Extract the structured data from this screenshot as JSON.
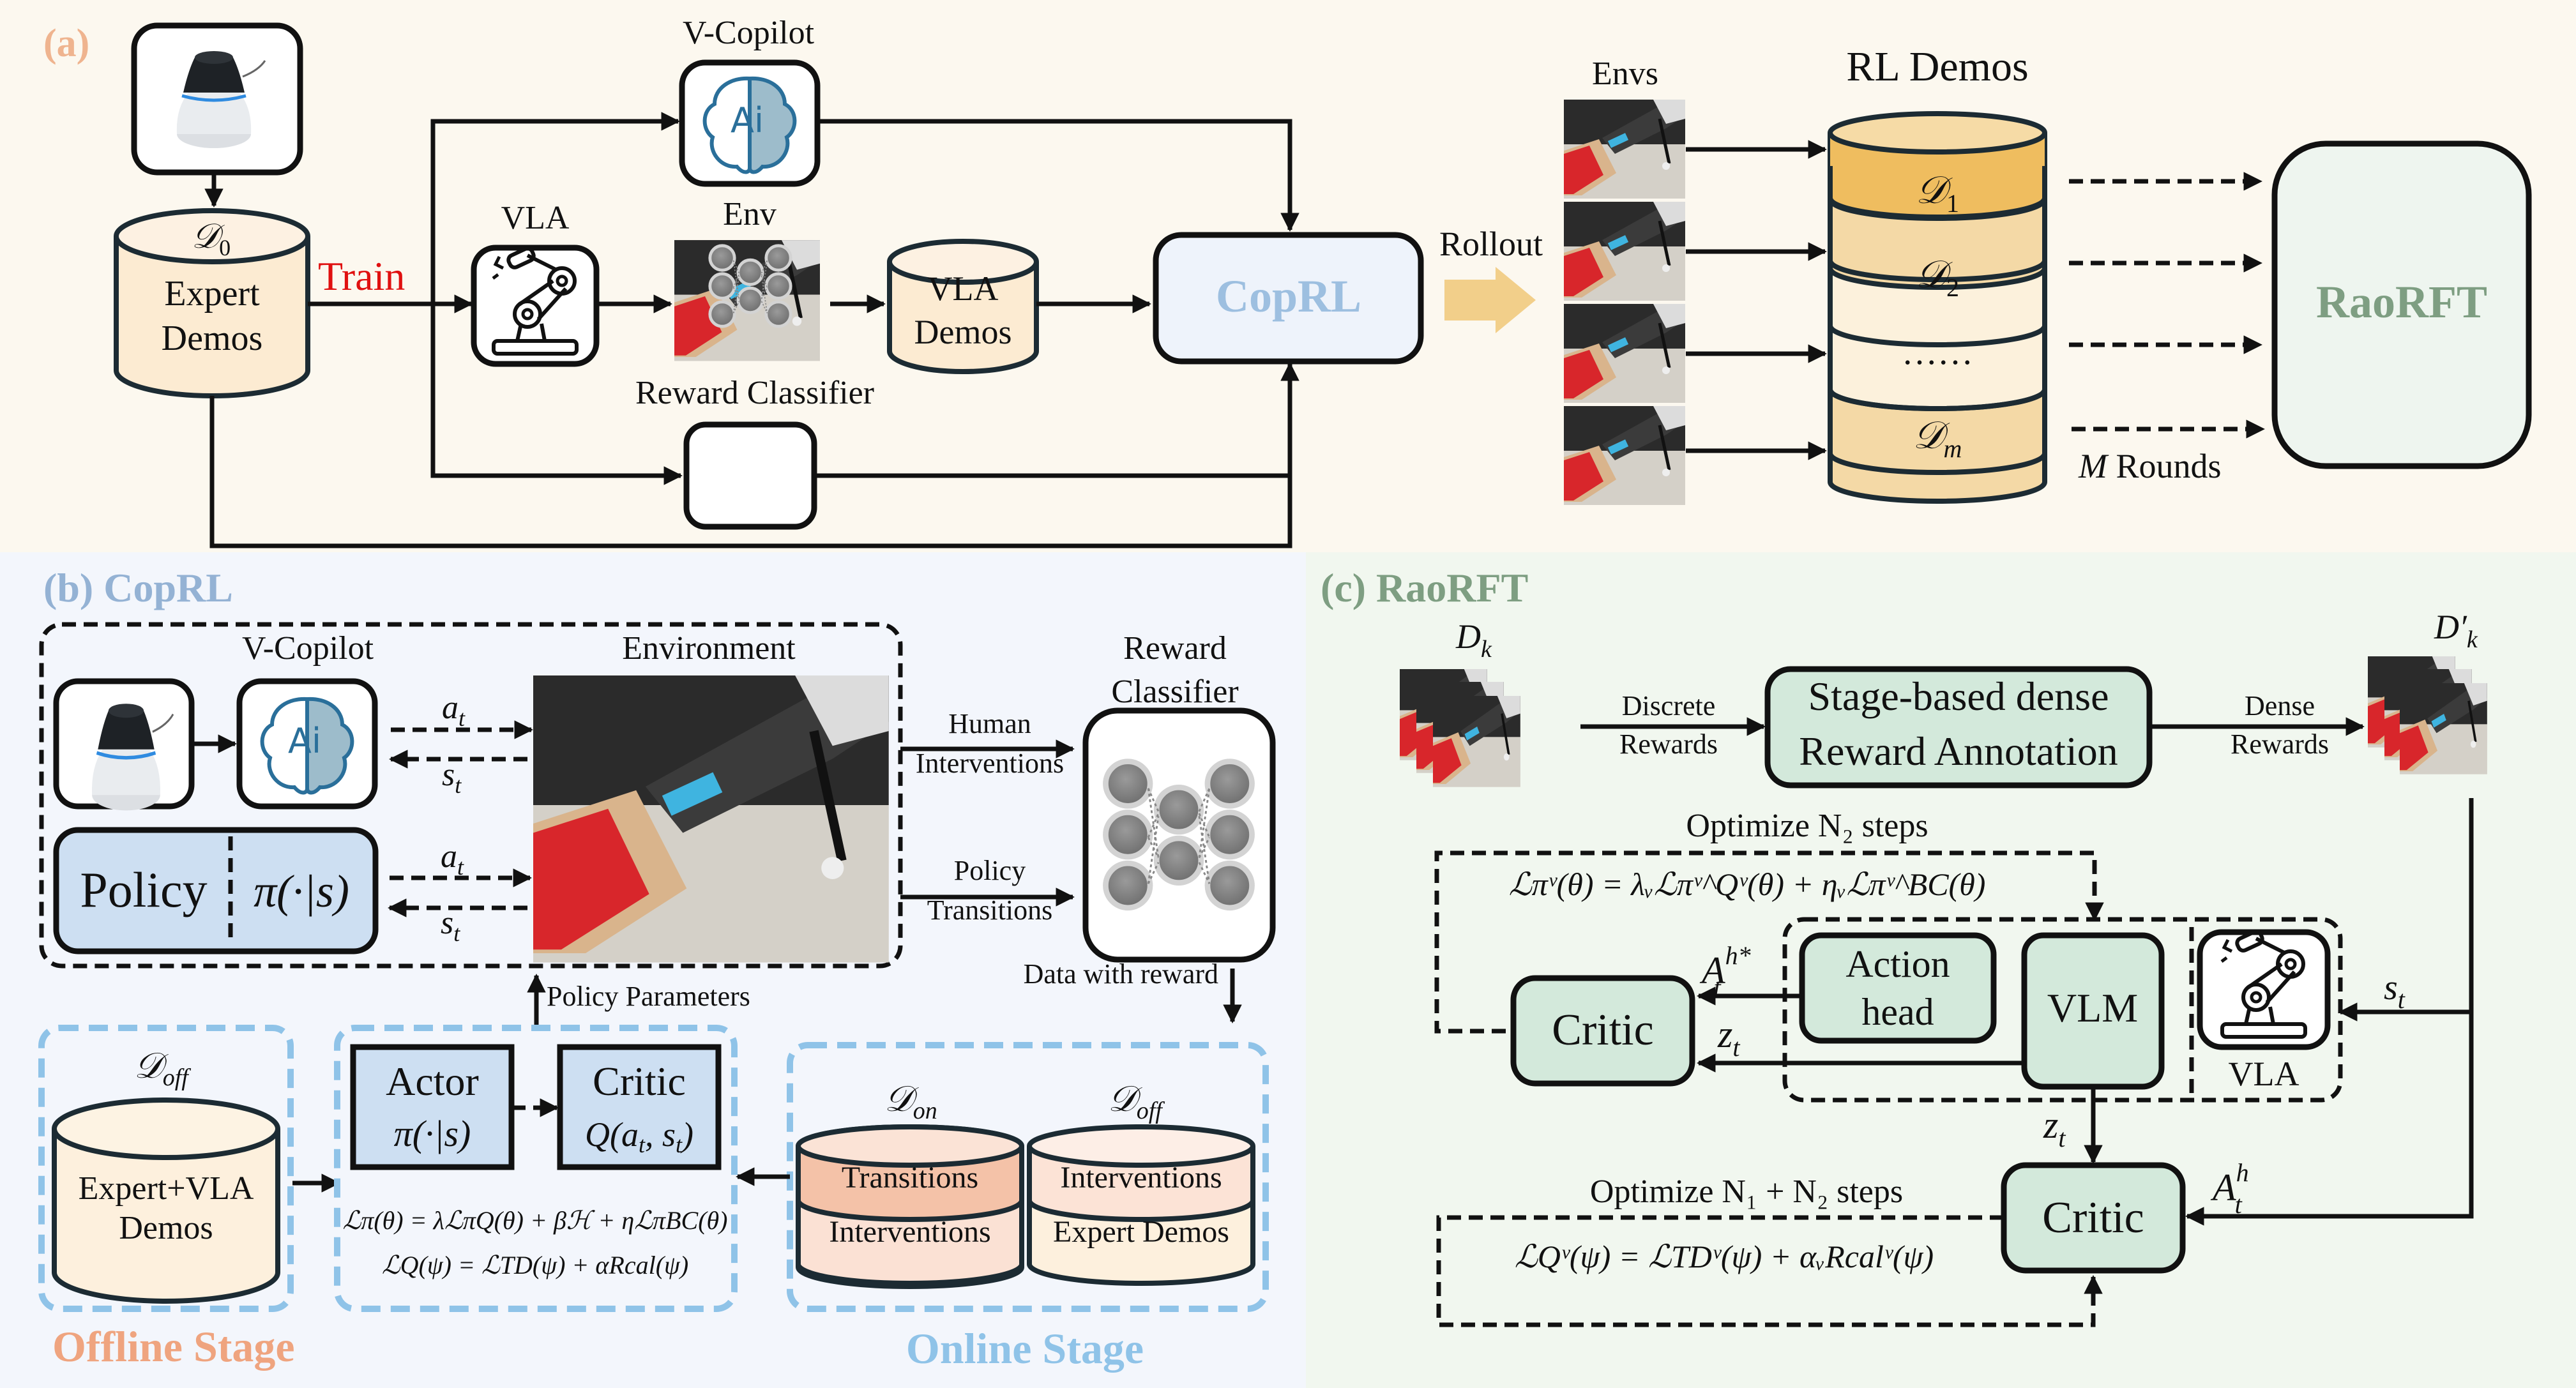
{
  "colors": {
    "panel_a_bg": "#fcf8ef",
    "panel_b_bg": "#f3f6fc",
    "panel_c_bg": "#f1f7ef",
    "label_a": "#efb48f",
    "label_b": "#94b2d4",
    "label_c": "#7e9e82",
    "train": "#e01010",
    "coprl_text": "#9dbfe0",
    "raorft_text": "#7e9e82",
    "offline_stage": "#efa47f",
    "online_stage": "#8fc3e8",
    "rollout_arrow": "#f2cf8a"
  },
  "panel_a": {
    "label": "(a)",
    "expert_db": {
      "symbol": "𝒟",
      "sub": "0",
      "line1": "Expert",
      "line2": "Demos"
    },
    "train_label": "Train",
    "v_copilot_label": "V-Copilot",
    "vla_label": "VLA",
    "env_label": "Env",
    "reward_classifier_label": "Reward Classifier",
    "vla_demos": {
      "line1": "VLA",
      "line2": "Demos"
    },
    "coprl_label": "CopRL",
    "rollout_label": "Rollout",
    "envs_label": "Envs",
    "rl_demos_label": "RL Demos",
    "rl_demos_layers": [
      {
        "symbol": "𝒟",
        "sub": "1"
      },
      {
        "symbol": "𝒟",
        "sub": "2"
      },
      {
        "symbol": "……",
        "sub": ""
      },
      {
        "symbol": "𝒟",
        "sub": "m"
      }
    ],
    "rounds_var": "M",
    "rounds_label": "Rounds",
    "raorft_label": "RaoRFT"
  },
  "panel_b": {
    "label": "(b) CopRL",
    "v_copilot_label": "V-Copilot",
    "environment_label": "Environment",
    "a_t": "a",
    "s_t": "s",
    "t_sub": "t",
    "policy_label": "Policy",
    "policy_fn": "π(·|s)",
    "human_interventions": [
      "Human",
      "Interventions"
    ],
    "policy_transitions": [
      "Policy",
      "Transitions"
    ],
    "reward_classifier": [
      "Reward",
      "Classifier"
    ],
    "data_with_reward": "Data with reward",
    "policy_parameters": "Policy Parameters",
    "offline_db": {
      "symbol": "𝒟",
      "sub": "off",
      "line1": "Expert+VLA",
      "line2": "Demos"
    },
    "actor": {
      "title": "Actor",
      "fn": "π(·|s)"
    },
    "critic": {
      "title": "Critic",
      "fn": "Q(a",
      "fn2": "t",
      "fn3": ", s",
      "fn4": "t",
      "fn5": ")"
    },
    "loss_pi": "ℒπ(θ) = λℒπQ(θ) + βℋ + ηℒπBC(θ)",
    "loss_q": "ℒQ(ψ) = ℒTD(ψ) + αRcal(ψ)",
    "online_db_on": {
      "symbol": "𝒟",
      "sub": "on",
      "top": "Transitions",
      "bottom": "Interventions"
    },
    "online_db_off": {
      "symbol": "𝒟",
      "sub": "off",
      "top": "Interventions",
      "bottom": "Expert Demos"
    },
    "offline_stage": "Offline Stage",
    "online_stage": "Online Stage"
  },
  "panel_c": {
    "label": "(c) RaoRFT",
    "dk_label": "D",
    "dk_sub": "k",
    "dk_prime_label": "D′",
    "discrete_rewards": [
      "Discrete",
      "Rewards"
    ],
    "annotation_box": [
      "Stage-based dense",
      "Reward Annotation"
    ],
    "dense_rewards": [
      "Dense",
      "Rewards"
    ],
    "optimize_n2": "Optimize N₂ steps",
    "loss_pi_v": "ℒπᵛ(θ) = λᵥℒπᵛ^Qᵛ(θ) + ηᵥℒπᵛ^BC(θ)",
    "critic_top": "Critic",
    "action_head": [
      "Action",
      "head"
    ],
    "vlm_label": "VLM",
    "vla_label": "VLA",
    "a_h_star": "A",
    "a_h_star_sup": "h*",
    "a_h_star_sub": "t",
    "z_t": "z",
    "z_sub": "t",
    "s_t": "s",
    "s_sub": "t",
    "optimize_n1n2": "Optimize N₁ + N₂ steps",
    "critic_bottom": "Critic",
    "a_h": "A",
    "a_h_sup": "h",
    "a_h_sub": "t",
    "loss_q_v": "ℒQᵛ(ψ) = ℒTDᵛ(ψ) + αᵥRcalᵛ(ψ)"
  }
}
